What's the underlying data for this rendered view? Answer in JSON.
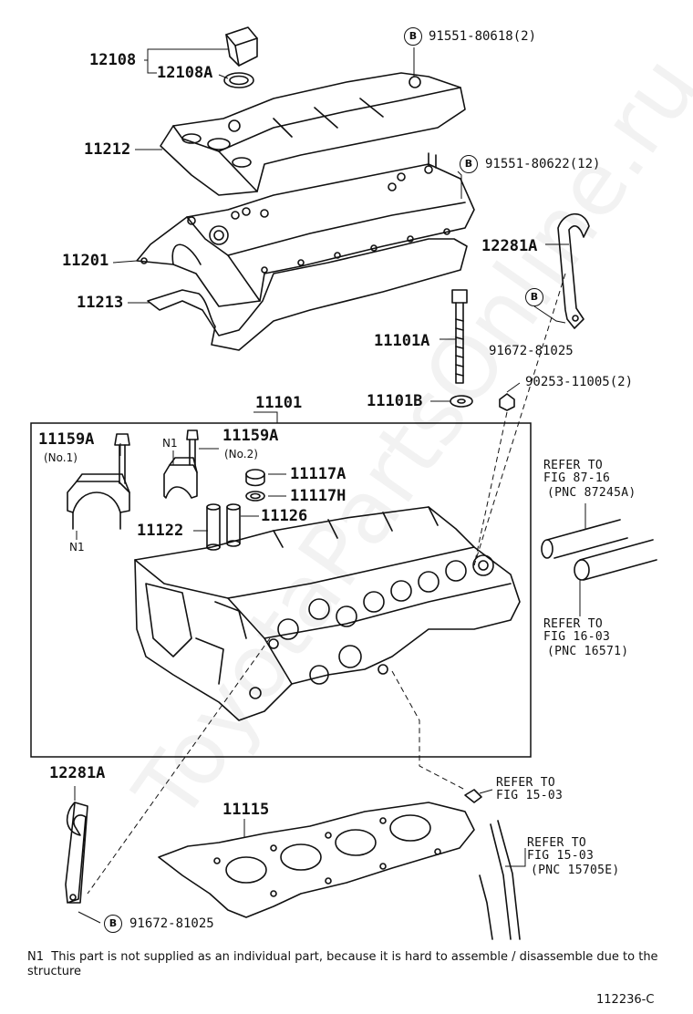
{
  "labels": {
    "p12108": "12108",
    "p12108A": "12108A",
    "p11212": "11212",
    "p11201": "11201",
    "p11213": "11213",
    "p12281A_top": "12281A",
    "p11101A": "11101A",
    "p11101B": "11101B",
    "p11101": "11101",
    "p11159A_1": "11159A",
    "p11159A_1_sub": "(No.1)",
    "p11159A_2": "11159A",
    "p11159A_2_sub": "(No.2)",
    "n1_a": "N1",
    "n1_b": "N1",
    "p11117A": "11117A",
    "p11117H": "11117H",
    "p11122": "11122",
    "p11126": "11126",
    "p12281A_bot": "12281A",
    "p11115": "11115"
  },
  "bolts": {
    "b1": {
      "marker": "B",
      "part": "91551-80618(2)"
    },
    "b2": {
      "marker": "B",
      "part": "91551-80622(12)"
    },
    "b3": {
      "marker": "B",
      "part": "91672-81025"
    },
    "b4": {
      "marker": "B",
      "part": "91672-81025"
    },
    "nut": "90253-11005(2)"
  },
  "refs": {
    "r1": {
      "line1": "REFER TO",
      "line2": "FIG 87-16",
      "line3": "(PNC 87245A)"
    },
    "r2": {
      "line1": "REFER TO",
      "line2": "FIG 16-03",
      "line3": "(PNC 16571)"
    },
    "r3": {
      "line1": "REFER TO",
      "line2": "FIG 15-03"
    },
    "r4": {
      "line1": "REFER TO",
      "line2": "FIG 15-03",
      "line3": "(PNC 15705E)"
    }
  },
  "footnote": {
    "marker": "N1",
    "text": "This part is not supplied as an individual part, because it is hard to assemble / disassemble due to the structure"
  },
  "figure_code": "112236-C",
  "watermark": "ToyotaPartsOnline.ru"
}
